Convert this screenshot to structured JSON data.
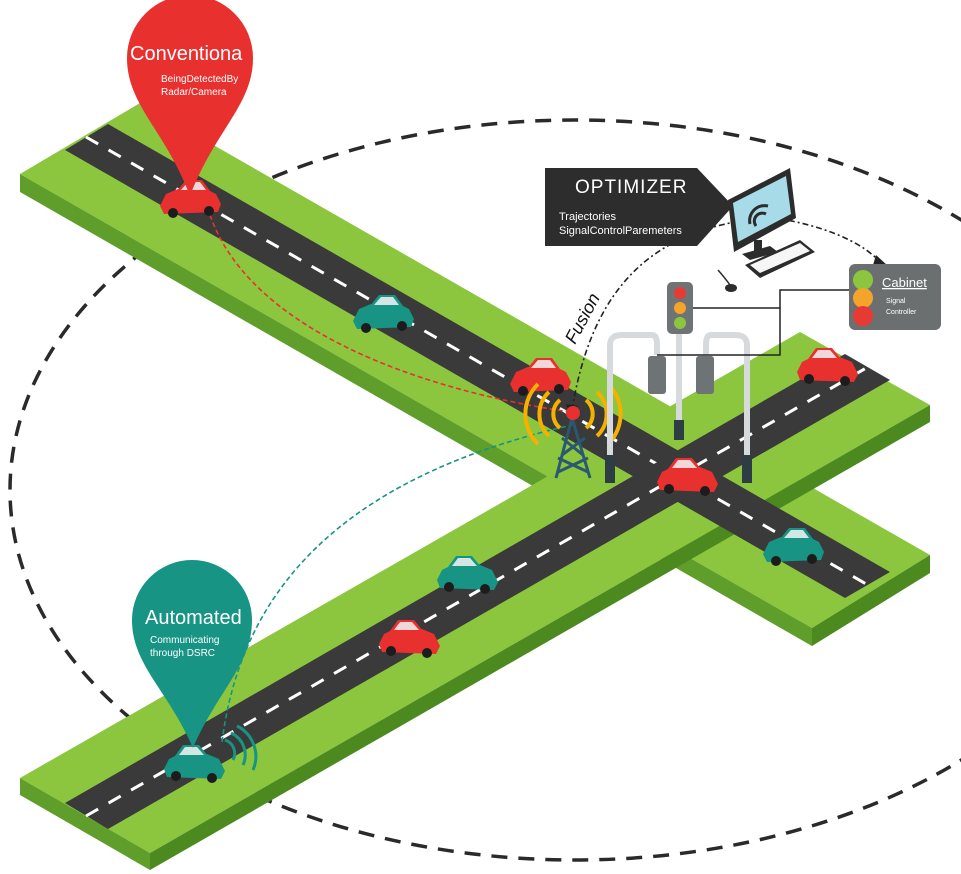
{
  "conventional_pin": {
    "title": "Conventiona",
    "line1": "BeingDetectedBy",
    "line2": "Radar/Camera",
    "color": "#e8302f"
  },
  "automated_pin": {
    "title": "Automated",
    "line1": "Communicating",
    "line2": "through DSRC",
    "color": "#179484"
  },
  "optimizer": {
    "title": "OPTIMIZER",
    "line1": "Trajectories",
    "line2": "SignalControlParemeters",
    "color": "#2d2d2d"
  },
  "cabinet": {
    "title": "Cabinet",
    "line1": "Signal",
    "line2": "Controller",
    "color": "#6c6f70"
  },
  "fusion_label": "Fusion",
  "colors": {
    "grass": "#8cc63f",
    "grass_dark": "#5f9e2a",
    "road": "#3a3a3a",
    "car_red": "#e8302f",
    "car_teal": "#179484",
    "signal_red": "#e83a35",
    "signal_amber": "#f5a42b",
    "signal_green": "#8cc63f",
    "tower": "#2b5870",
    "wave": "#f6b100"
  }
}
